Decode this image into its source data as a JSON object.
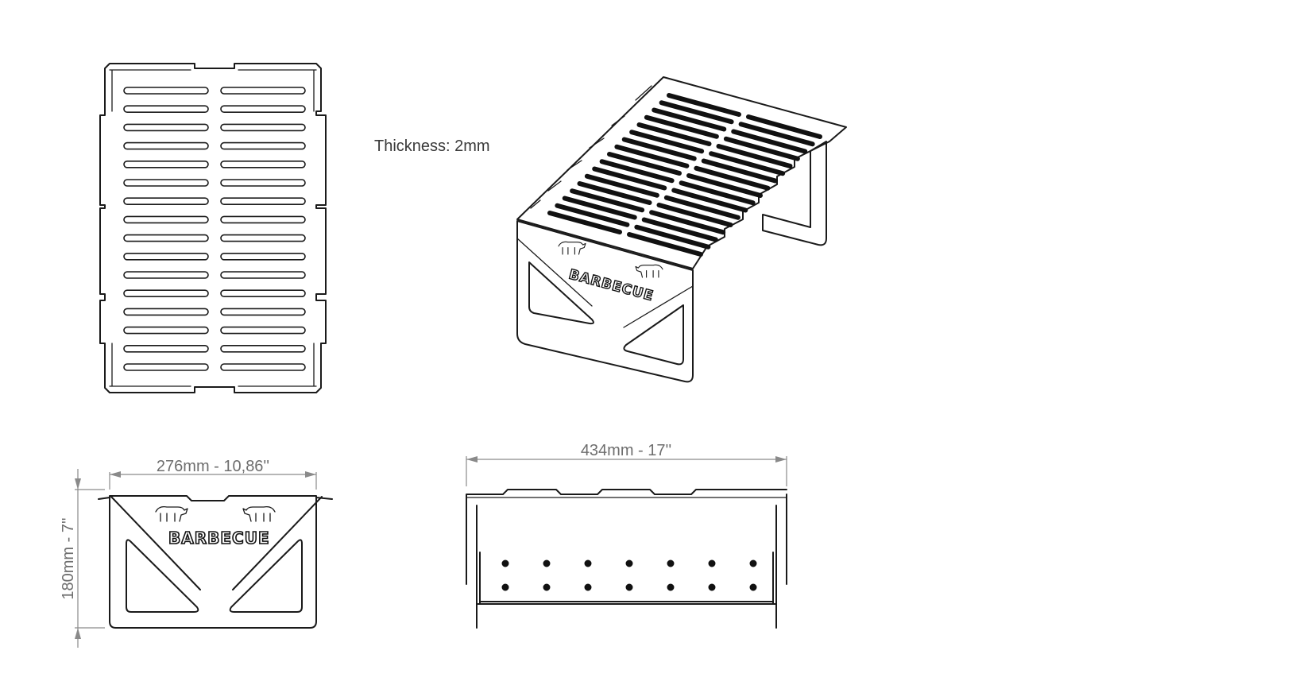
{
  "notes": {
    "thickness": "Thickness: 2mm"
  },
  "dimensions": {
    "side_width": "276mm - 10,86''",
    "side_height": "180mm - 7''",
    "front_length": "434mm - 17''"
  },
  "logo": {
    "text": "BARBECUE",
    "icon": "bull-icon"
  }
}
